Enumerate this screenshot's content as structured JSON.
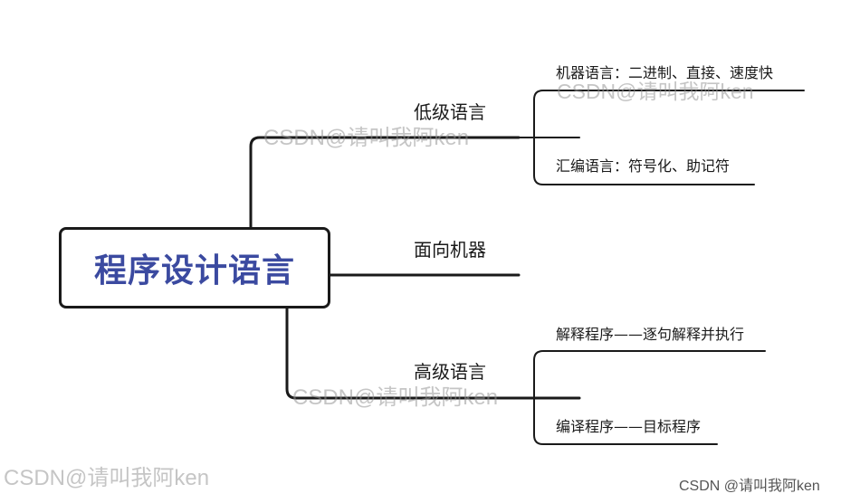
{
  "root": {
    "title": "程序设计语言"
  },
  "branches": {
    "low": {
      "label": "低级语言",
      "leaves": [
        "机器语言：二进制、直接、速度快",
        "汇编语言：符号化、助记符"
      ]
    },
    "machine": {
      "label": "面向机器"
    },
    "high": {
      "label": "高级语言",
      "leaves": [
        "解释程序——逐句解释并执行",
        "编译程序——目标程序"
      ]
    }
  },
  "watermarks": {
    "overlay": "CSDN@请叫我阿ken",
    "corner": "CSDN @请叫我阿ken"
  },
  "colors": {
    "root_text": "#3b4aa0",
    "line": "#1a1a1a"
  }
}
